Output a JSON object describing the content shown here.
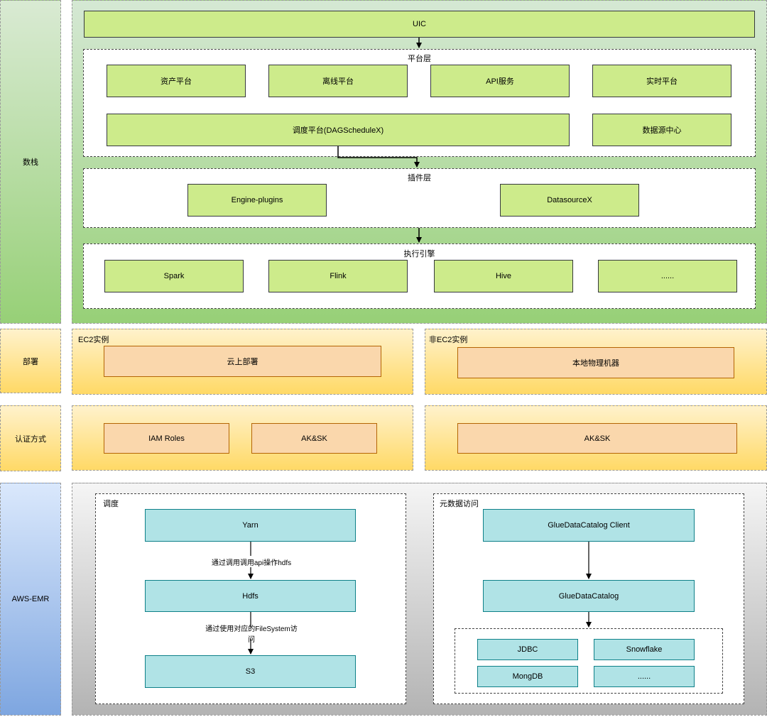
{
  "side_labels": {
    "shuzhan": "数栈",
    "bushu": "部署",
    "renzheng": "认证方式",
    "aws": "AWS-EMR"
  },
  "stack": {
    "uic": "UIC",
    "platform_layer": {
      "title": "平台层",
      "items": [
        "资产平台",
        "离线平台",
        "API服务",
        "实时平台"
      ],
      "scheduler": "调度平台(DAGScheduleX)",
      "datasource_center": "数据源中心"
    },
    "plugin_layer": {
      "title": "插件层",
      "items": [
        "Engine-plugins",
        "DatasourceX"
      ]
    },
    "engine_layer": {
      "title": "执行引擎",
      "items": [
        "Spark",
        "Flink",
        "Hive",
        "......"
      ]
    }
  },
  "deploy": {
    "ec2_title": "EC2实例",
    "ec2_item": "云上部署",
    "non_ec2_title": "非EC2实例",
    "non_ec2_item": "本地物理机器"
  },
  "auth": {
    "ec2_items": [
      "IAM Roles",
      "AK&SK"
    ],
    "non_ec2_item": "AK&SK"
  },
  "emr": {
    "schedule": {
      "title": "调度",
      "yarn": "Yarn",
      "edge1": "通过调用调用api操作hdfs",
      "hdfs": "Hdfs",
      "edge2": "通过使用对应的FileSystem访问",
      "s3": "S3"
    },
    "metadata": {
      "title": "元数据访问",
      "client": "GlueDataCatalog Client",
      "catalog": "GlueDataCatalog",
      "sources": [
        "JDBC",
        "Snowflake",
        "MongDB",
        "......"
      ]
    }
  }
}
